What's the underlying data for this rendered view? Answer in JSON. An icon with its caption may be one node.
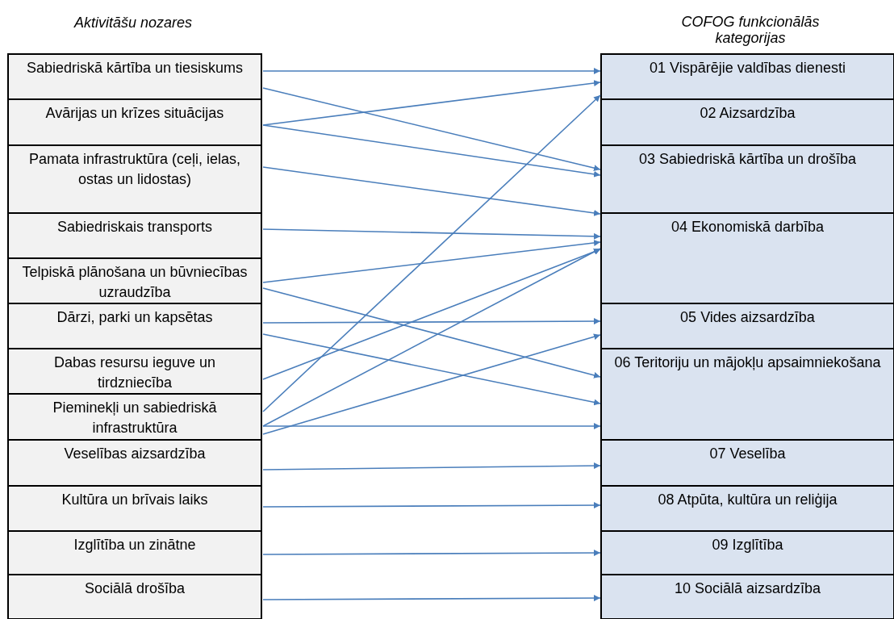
{
  "diagram": {
    "nodes": [
      {
        "text": [
          "Sabiedriskā kārtība un tiesiskums"
        ]
      },
      {
        "text": [
          "Avārijas un krīzes situācijas"
        ]
      },
      {
        "text": [
          "Pamata infrastruktūra (ceļi, ielas, ostas un lidostas)"
        ]
      },
      {
        "text": [
          "Sabiedriskais transports"
        ]
      },
      {
        "text": [
          "Telpiskā plānošana un būvniecības uzraudzība"
        ]
      },
      {
        "text": [
          "Dārzi, parki un kapsētas"
        ]
      },
      {
        "text": [
          "Dabas resursu ieguve un tirdzniecība"
        ]
      },
      {
        "text": [
          "Pieminekļi un sabiedriskā infrastruktūra"
        ]
      },
      {
        "text": [
          "Veselības aizsardzība"
        ]
      },
      {
        "text": [
          "Kultūra un brīvais laiks"
        ]
      },
      {
        "text": [
          "Izglītība un zinātne"
        ]
      },
      {
        "text": [
          "Sociālā drošība"
        ]
      },
      {
        "text": [
          "01 Vispārējie valdības dienesti"
        ]
      },
      {
        "text": [
          "02 Aizsardzība"
        ]
      },
      {
        "text": [
          "03 Sabiedriskā kārtība un drošība"
        ]
      },
      {
        "text": [
          "04 Ekonomiskā darbība"
        ]
      },
      {
        "text": [
          "05 Vides aizsardzība"
        ]
      },
      {
        "text": [
          "06 Teritoriju un mājokļu apsaimniekošana"
        ]
      },
      {
        "text": [
          "07 Veselība"
        ]
      },
      {
        "text": [
          "08 Atpūta, kultūra un reliģija"
        ]
      },
      {
        "text": [
          "09 Izglītība"
        ]
      },
      {
        "text": [
          "10 Sociālā aizsardzība"
        ]
      }
    ],
    "edges": [
      {
        "from": 0,
        "to": 12,
        "arrow": "to"
      },
      {
        "from": 0,
        "to": 14,
        "arrow": "to"
      },
      {
        "from": 1,
        "to": 12,
        "arrow": "to"
      },
      {
        "from": 1,
        "to": 14,
        "arrow": "to"
      },
      {
        "from": 2,
        "to": 15,
        "arrow": "to"
      },
      {
        "from": 3,
        "to": 15,
        "arrow": "to"
      },
      {
        "from": 4,
        "to": 15,
        "arrow": "to"
      },
      {
        "from": 4,
        "to": 17,
        "arrow": "to"
      },
      {
        "from": 5,
        "to": 16,
        "arrow": "to"
      },
      {
        "from": 5,
        "to": 17,
        "arrow": "to"
      },
      {
        "from": 6,
        "to": 15,
        "arrow": "to"
      },
      {
        "from": 7,
        "to": 12,
        "arrow": "to"
      },
      {
        "from": 7,
        "to": 15,
        "arrow": "to"
      },
      {
        "from": 7,
        "to": 16,
        "arrow": "to"
      },
      {
        "from": 7,
        "to": 17,
        "arrow": "to"
      },
      {
        "from": 8,
        "to": 18,
        "arrow": "to"
      },
      {
        "from": 9,
        "to": 19,
        "arrow": "to"
      },
      {
        "from": 10,
        "to": 20,
        "arrow": "to"
      },
      {
        "from": 11,
        "to": 21,
        "arrow": "to"
      }
    ],
    "labels": [
      "Aktivitāšu nozares",
      "COFOG funkcionālās kategorijas"
    ]
  }
}
